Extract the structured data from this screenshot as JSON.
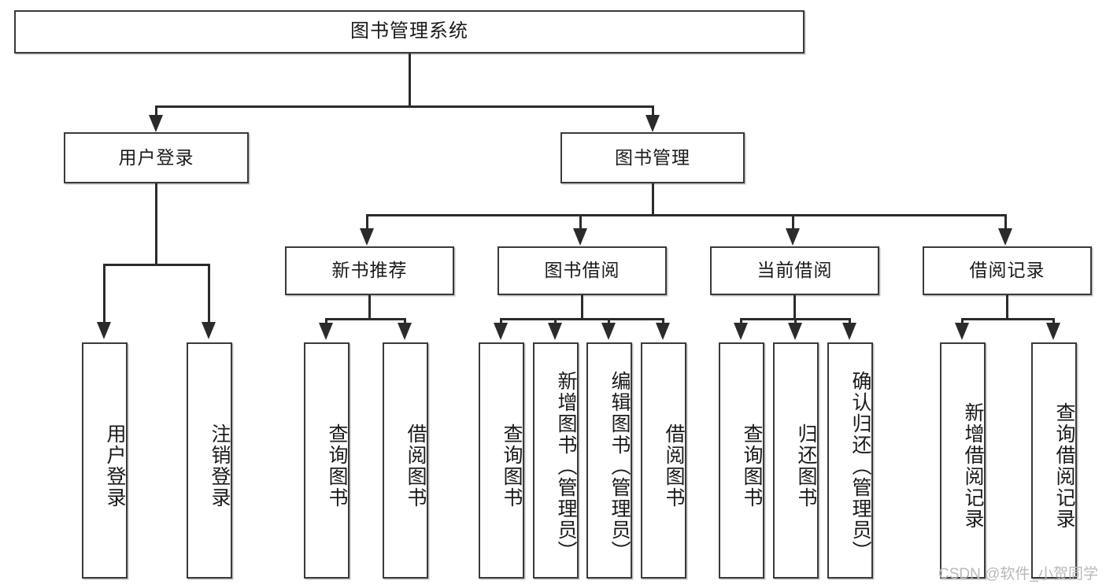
{
  "diagram": {
    "title": "图书管理系统",
    "type": "functional-structure-tree",
    "root": {
      "label": "图书管理系统"
    },
    "level2": [
      {
        "label": "用户登录"
      },
      {
        "label": "图书管理"
      }
    ],
    "level3": [
      {
        "label": "新书推荐"
      },
      {
        "label": "图书借阅"
      },
      {
        "label": "当前借阅"
      },
      {
        "label": "借阅记录"
      }
    ],
    "leaves": {
      "user_login": [
        {
          "label": "用户登录"
        },
        {
          "label": "注销登录"
        }
      ],
      "new_book_recommend": [
        {
          "label": "查询图书"
        },
        {
          "label": "借阅图书"
        }
      ],
      "book_borrow": [
        {
          "label": "查询图书"
        },
        {
          "label": "新增图书（管理员）"
        },
        {
          "label": "编辑图书（管理员）"
        },
        {
          "label": "借阅图书"
        }
      ],
      "current_borrow": [
        {
          "label": "查询图书"
        },
        {
          "label": "归还图书"
        },
        {
          "label": "确认归还（管理员）"
        }
      ],
      "borrow_record": [
        {
          "label": "新增借阅记录"
        },
        {
          "label": "查询借阅记录"
        }
      ]
    }
  },
  "watermark": {
    "text": "CSDN @软件_小贺同学"
  },
  "colors": {
    "box_border": "#3a3a3a",
    "connector": "#2b2b2b",
    "text": "#1a1a1a",
    "background": "#ffffff",
    "watermark": "#b9b9b9"
  }
}
